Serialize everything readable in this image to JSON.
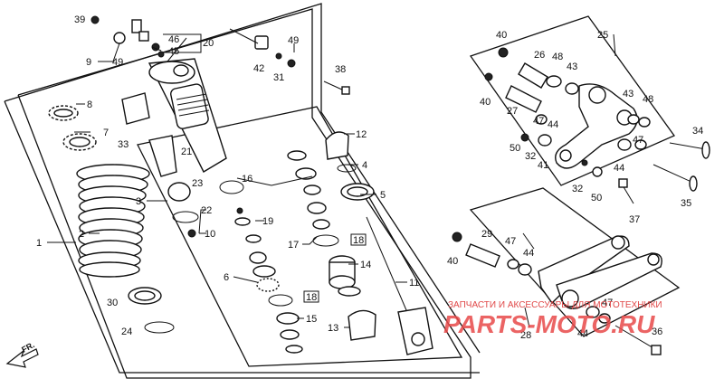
{
  "callouts": {
    "p1": "1",
    "p2": "2",
    "p3": "3",
    "p4": "4",
    "p5": "5",
    "p6": "6",
    "p7": "7",
    "p8": "8",
    "p9": "9",
    "p10": "10",
    "p11": "11",
    "p12": "12",
    "p13": "13",
    "p14": "14",
    "p15": "15",
    "p16": "16",
    "p17": "17",
    "p18a": "18",
    "p18b": "18",
    "p19": "19",
    "p20": "20",
    "p21": "21",
    "p22": "22",
    "p23": "23",
    "p24": "24",
    "p25": "25",
    "p26": "26",
    "p27": "27",
    "p28": "28",
    "p29": "29",
    "p30": "30",
    "p31": "31",
    "p32a": "32",
    "p32b": "32",
    "p33": "33",
    "p34": "34",
    "p35": "35",
    "p36": "36",
    "p37": "37",
    "p38": "38",
    "p39": "39",
    "p40a": "40",
    "p40b": "40",
    "p40c": "40",
    "p41": "41",
    "p42": "42",
    "p43a": "43",
    "p43b": "43",
    "p44a": "44",
    "p44b": "44",
    "p44c": "44",
    "p44d": "44",
    "p45": "45",
    "p46": "46",
    "p47a": "47",
    "p47b": "47",
    "p47c": "47",
    "p47d": "47",
    "p48a": "48",
    "p48b": "48",
    "p49a": "49",
    "p49b": "49",
    "p50a": "50",
    "p50b": "50"
  },
  "direction": {
    "label": "FR."
  },
  "watermark": {
    "caption": "ЗАПЧАСТИ И АКСЕССУАРЫ ДЛЯ МОТОТЕХНИКИ",
    "logo": "PARTS-MOTO.RU",
    "logo_color": "#e84a4a"
  }
}
